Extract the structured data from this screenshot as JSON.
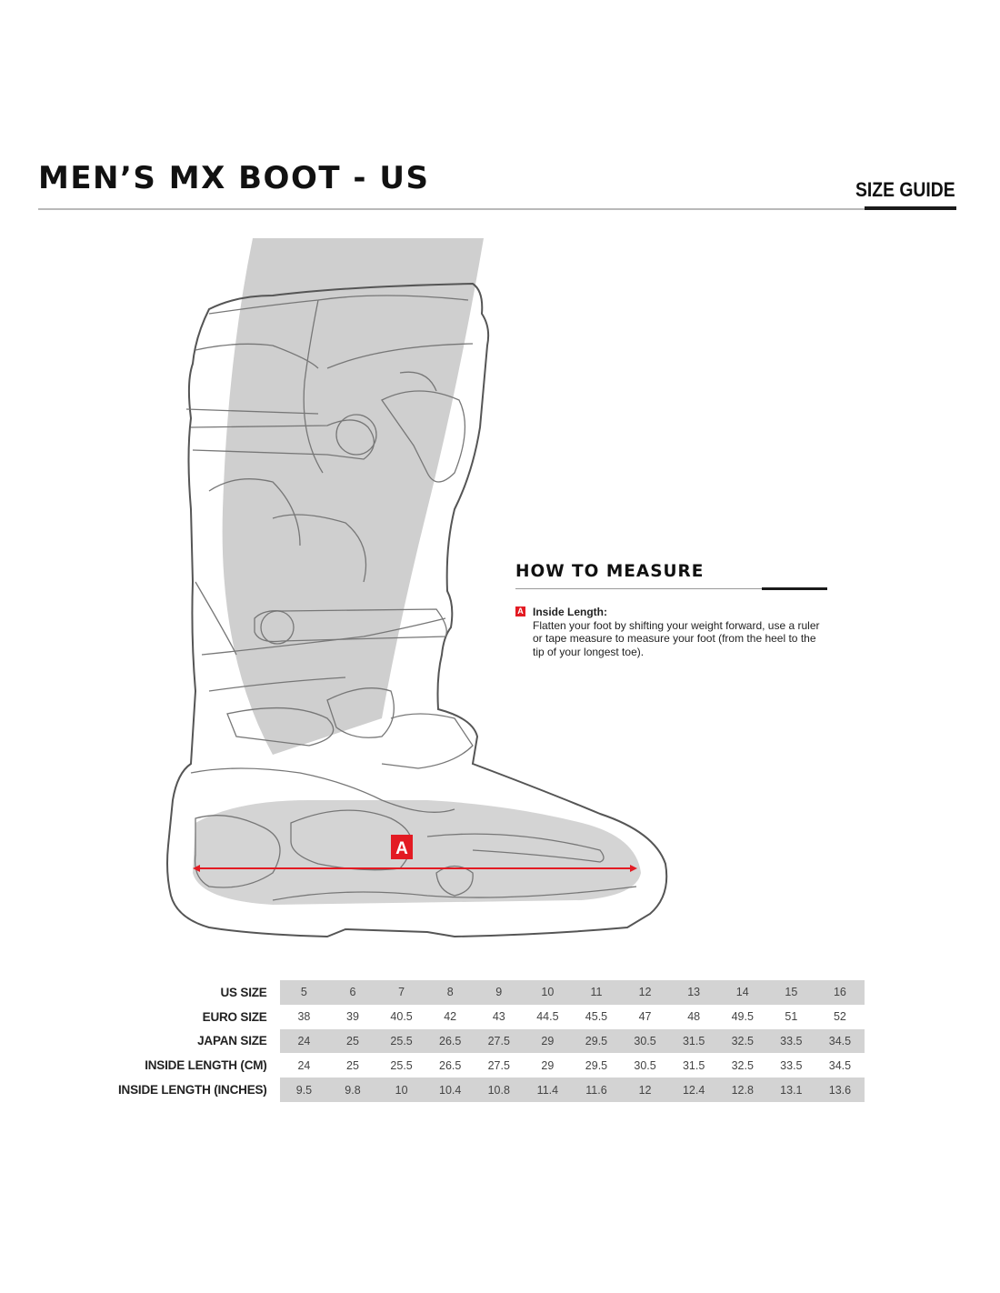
{
  "header": {
    "title": "MEN’S MX BOOT - US",
    "section_label": "SIZE GUIDE"
  },
  "illustration": {
    "subject": "motocross boot outline with foot shadow",
    "measure_marker": "A",
    "arrow_color": "#e31b23"
  },
  "how_to_measure": {
    "title": "HOW TO MEASURE",
    "items": [
      {
        "marker": "A",
        "label": "Inside Length:",
        "description": "Flatten your foot by shifting your weight forward, use a ruler or tape measure to measure your foot (from the heel to the tip of your longest toe)."
      }
    ]
  },
  "size_chart": {
    "rows": [
      {
        "label": "US SIZE",
        "values": [
          "5",
          "6",
          "7",
          "8",
          "9",
          "10",
          "11",
          "12",
          "13",
          "14",
          "15",
          "16"
        ]
      },
      {
        "label": "EURO SIZE",
        "values": [
          "38",
          "39",
          "40.5",
          "42",
          "43",
          "44.5",
          "45.5",
          "47",
          "48",
          "49.5",
          "51",
          "52"
        ]
      },
      {
        "label": "JAPAN SIZE",
        "values": [
          "24",
          "25",
          "25.5",
          "26.5",
          "27.5",
          "29",
          "29.5",
          "30.5",
          "31.5",
          "32.5",
          "33.5",
          "34.5"
        ]
      },
      {
        "label": "INSIDE LENGTH (CM)",
        "values": [
          "24",
          "25",
          "25.5",
          "26.5",
          "27.5",
          "29",
          "29.5",
          "30.5",
          "31.5",
          "32.5",
          "33.5",
          "34.5"
        ]
      },
      {
        "label": "INSIDE LENGTH (INCHES)",
        "values": [
          "9.5",
          "9.8",
          "10",
          "10.4",
          "10.8",
          "11.4",
          "11.6",
          "12",
          "12.4",
          "12.8",
          "13.1",
          "13.6"
        ]
      }
    ],
    "shade_color": "#d3d3d3"
  }
}
